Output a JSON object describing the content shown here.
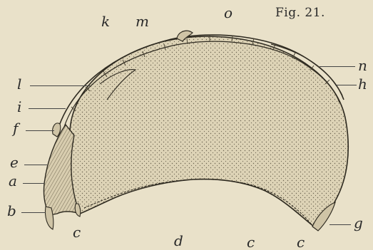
{
  "figure": {
    "title": "Fig. 21."
  },
  "labels": {
    "k": "k",
    "m": "m",
    "o": "o",
    "n": "n",
    "h": "h",
    "l": "l",
    "i": "i",
    "f": "f",
    "e_left": "e",
    "a": "a",
    "b": "b",
    "c_left": "c",
    "d": "d",
    "c_bottom": "c",
    "c_right": "c",
    "g": "g"
  },
  "colors": {
    "background": "#e9e1c9",
    "ink": "#2a2a2a",
    "body_fill": "#ddd3b6"
  }
}
